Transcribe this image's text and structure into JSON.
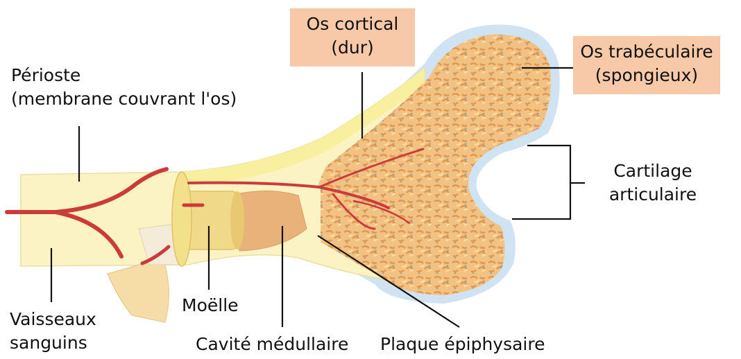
{
  "labels": {
    "cortical_line1": "Os cortical",
    "cortical_line2": "(dur)",
    "trabecular_line1": "Os trabéculaire",
    "trabecular_line2": "(spongieux)",
    "periosteum_line1": "Périoste",
    "periosteum_line2": "(membrane couvrant l'os)",
    "cartilage_line1": "Cartilage",
    "cartilage_line2": "articulaire",
    "vessels_line1": "Vaisseaux",
    "vessels_line2": "sanguins",
    "marrow": "Moëlle",
    "medullary_cavity": "Cavité médullaire",
    "epiphyseal_plate": "Plaque épiphysaire"
  },
  "colors": {
    "label_box": "#f7c9a8",
    "bone_shaft": "#fbf3c4",
    "cortical": "#f8ef9f",
    "spongy_fill": "#f0b872",
    "cartilage": "#cfe3f2",
    "marrow": "#f1d98a",
    "vessel": "#cc3b3b"
  }
}
